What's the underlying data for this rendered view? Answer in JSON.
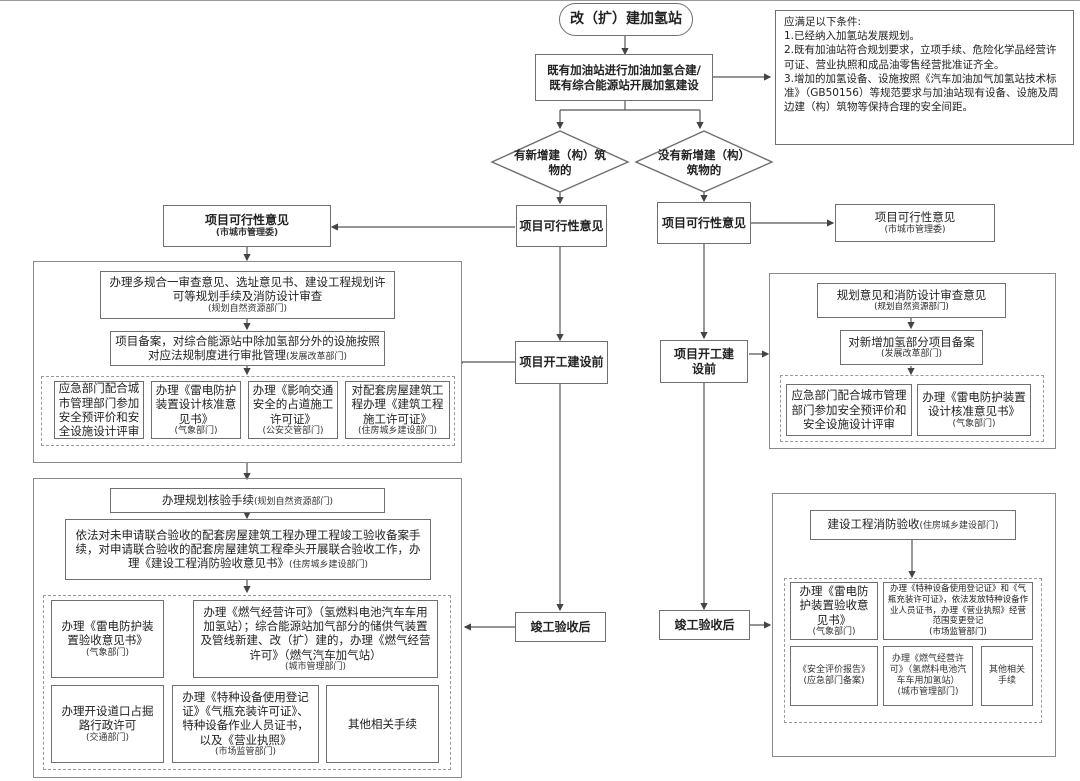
{
  "title": "改（扩）建加氢站",
  "step1": "既有加油站进行加油加氢合建/既有综合能源站开展加氢建设",
  "conditions": {
    "header": "应满足以下条件:",
    "items": [
      "1.已经纳入加氢站发展规划。",
      "2.既有加油站符合规划要求，立项手续、危险化学品经营许可证、营业执照和成品油零售经营批准证齐全。",
      "3.增加的加氢设备、设施按照《汽车加油加气加氢站技术标准》（GB50156）等规范要求与加油站现有设备、设施及周边建（构）筑物等保持合理的安全间距。"
    ]
  },
  "branches": {
    "left_decision": "有新增建（构）筑物的",
    "right_decision": "没有新增建（构）筑物的"
  },
  "stages": {
    "feasibility": "项目可行性意见",
    "pre_construction": "项目开工建设前",
    "post_completion": "竣工验收后"
  },
  "left": {
    "feasibility": {
      "title": "项目可行性意见",
      "dept": "(市城市管理委)"
    },
    "pre": {
      "planning": {
        "text": "办理多规合一审查意见、选址意见书、建设工程规划许可等规划手续及消防设计审查",
        "dept": "(规划自然资源部门)"
      },
      "filing": {
        "text": "项目备案，对综合能源站中除加氢部分外的设施按照对应法规制度进行审批管理",
        "dept": "(发展改革部门)"
      },
      "items": [
        {
          "text": "应急部门配合城市管理部门参加安全预评价和安全设施设计评审",
          "dept": ""
        },
        {
          "text": "办理《雷电防护装置设计核准意见书》",
          "dept": "(气象部门)"
        },
        {
          "text": "办理《影响交通安全的占道施工许可证》",
          "dept": "(公安交管部门)"
        },
        {
          "text": "对配套房屋建筑工程办理《建筑工程施工许可证》",
          "dept": "(住房城乡建设部门)"
        }
      ]
    },
    "post": {
      "planning_check": {
        "text": "办理规划核验手续",
        "dept": "(规划自然资源部门)"
      },
      "acceptance": {
        "text": "依法对未申请联合验收的配套房屋建筑工程办理工程竣工验收备案手续，对申请联合验收的配套房屋建筑工程牵头开展联合验收工作，办理《建设工程消防验收意见书》",
        "dept": "(住房城乡建设部门)"
      },
      "items": [
        {
          "text": "办理《雷电防护装置验收意见书》",
          "dept": "(气象部门)"
        },
        {
          "text": "办理《燃气经营许可》（氢燃料电池汽车车用加氢站）；综合能源站加气部分的储供气装置及管线新建、改（扩）建的，办理《燃气经营许可》（燃气汽车加气站）",
          "dept": "(城市管理部门)"
        },
        {
          "text": "办理开设道口占掘路行政许可",
          "dept": "(交通部门)"
        },
        {
          "text": "办理《特种设备使用登记证》《气瓶充装许可证》、特种设备作业人员证书，以及《营业执照》",
          "dept": "(市场监管部门)"
        },
        {
          "text": "其他相关手续",
          "dept": ""
        }
      ]
    }
  },
  "right": {
    "feasibility": {
      "title": "项目可行性意见",
      "dept": "(市城市管理委)"
    },
    "pre": {
      "planning": {
        "text": "规划意见和消防设计审查意见",
        "dept": "(规划自然资源部门)"
      },
      "filing": {
        "text": "对新增加氢部分项目备案",
        "dept": "(发展改革部门)"
      },
      "items": [
        {
          "text": "应急部门配合城市管理部门参加安全预评价和安全设施设计评审",
          "dept": ""
        },
        {
          "text": "办理《雷电防护装置设计核准意见书》",
          "dept": "(气象部门)"
        }
      ]
    },
    "post": {
      "fire": {
        "text": "建设工程消防验收",
        "dept": "(住房城乡建设部门)"
      },
      "items": [
        {
          "text": "办理《雷电防护装置验收意见书》",
          "dept": "(气象部门)"
        },
        {
          "text": "办理《特种设备使用登记证》和《气瓶充装许可证》，依法发放特种设备作业人员证书，办理《营业执照》经营范围变更登记",
          "dept": "(市场监管部门)"
        },
        {
          "text": "《安全评价报告》",
          "dept": "(应急部门备案)"
        },
        {
          "text": "办理《燃气经营许可》（氢燃料电池汽车车用加氢站）",
          "dept": "(城市管理部门)"
        },
        {
          "text": "其他相关手续",
          "dept": ""
        }
      ]
    }
  }
}
